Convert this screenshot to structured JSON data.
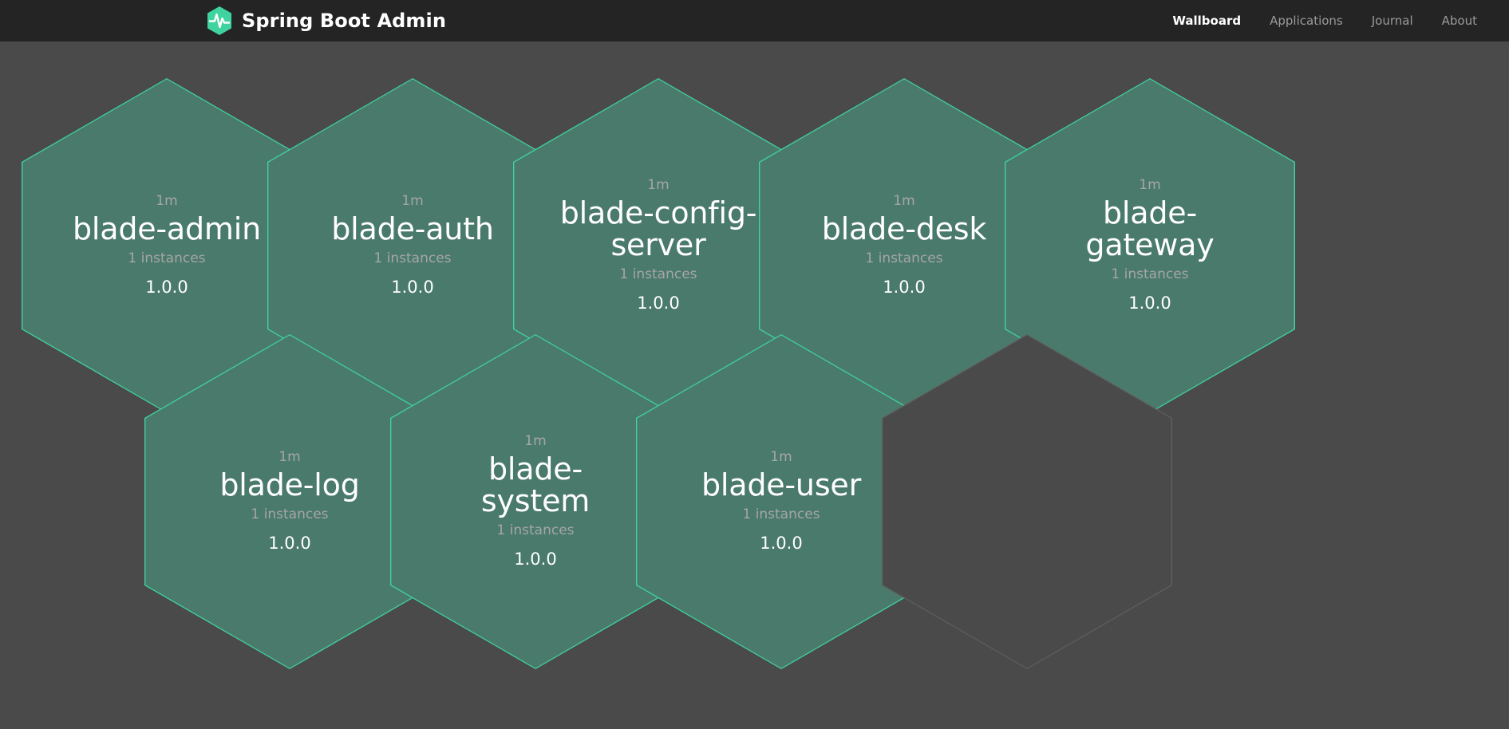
{
  "navbar": {
    "brand_title": "Spring Boot Admin",
    "logo_icon": "heartbeat-hexagon-icon",
    "logo_color": "#3fd39f",
    "background": "#242424",
    "links": [
      {
        "label": "Wallboard",
        "active": true
      },
      {
        "label": "Applications",
        "active": false
      },
      {
        "label": "Journal",
        "active": false
      },
      {
        "label": "About",
        "active": false
      }
    ]
  },
  "wallboard": {
    "background": "#4a4a4a",
    "hex_fill": "#4a7a6b",
    "hex_border": "#3fd39f",
    "empty_hex_border": "#5e5e5e",
    "applications": [
      {
        "uptime": "1m",
        "name": "blade-admin",
        "instances": "1 instances",
        "version": "1.0.0",
        "status": "UP"
      },
      {
        "uptime": "1m",
        "name": "blade-auth",
        "instances": "1 instances",
        "version": "1.0.0",
        "status": "UP"
      },
      {
        "uptime": "1m",
        "name": "blade-config-server",
        "instances": "1 instances",
        "version": "1.0.0",
        "status": "UP"
      },
      {
        "uptime": "1m",
        "name": "blade-desk",
        "instances": "1 instances",
        "version": "1.0.0",
        "status": "UP"
      },
      {
        "uptime": "1m",
        "name": "blade-gateway",
        "instances": "1 instances",
        "version": "1.0.0",
        "status": "UP"
      },
      {
        "uptime": "1m",
        "name": "blade-log",
        "instances": "1 instances",
        "version": "1.0.0",
        "status": "UP"
      },
      {
        "uptime": "1m",
        "name": "blade-system",
        "instances": "1 instances",
        "version": "1.0.0",
        "status": "UP"
      },
      {
        "uptime": "1m",
        "name": "blade-user",
        "instances": "1 instances",
        "version": "1.0.0",
        "status": "UP"
      }
    ]
  }
}
